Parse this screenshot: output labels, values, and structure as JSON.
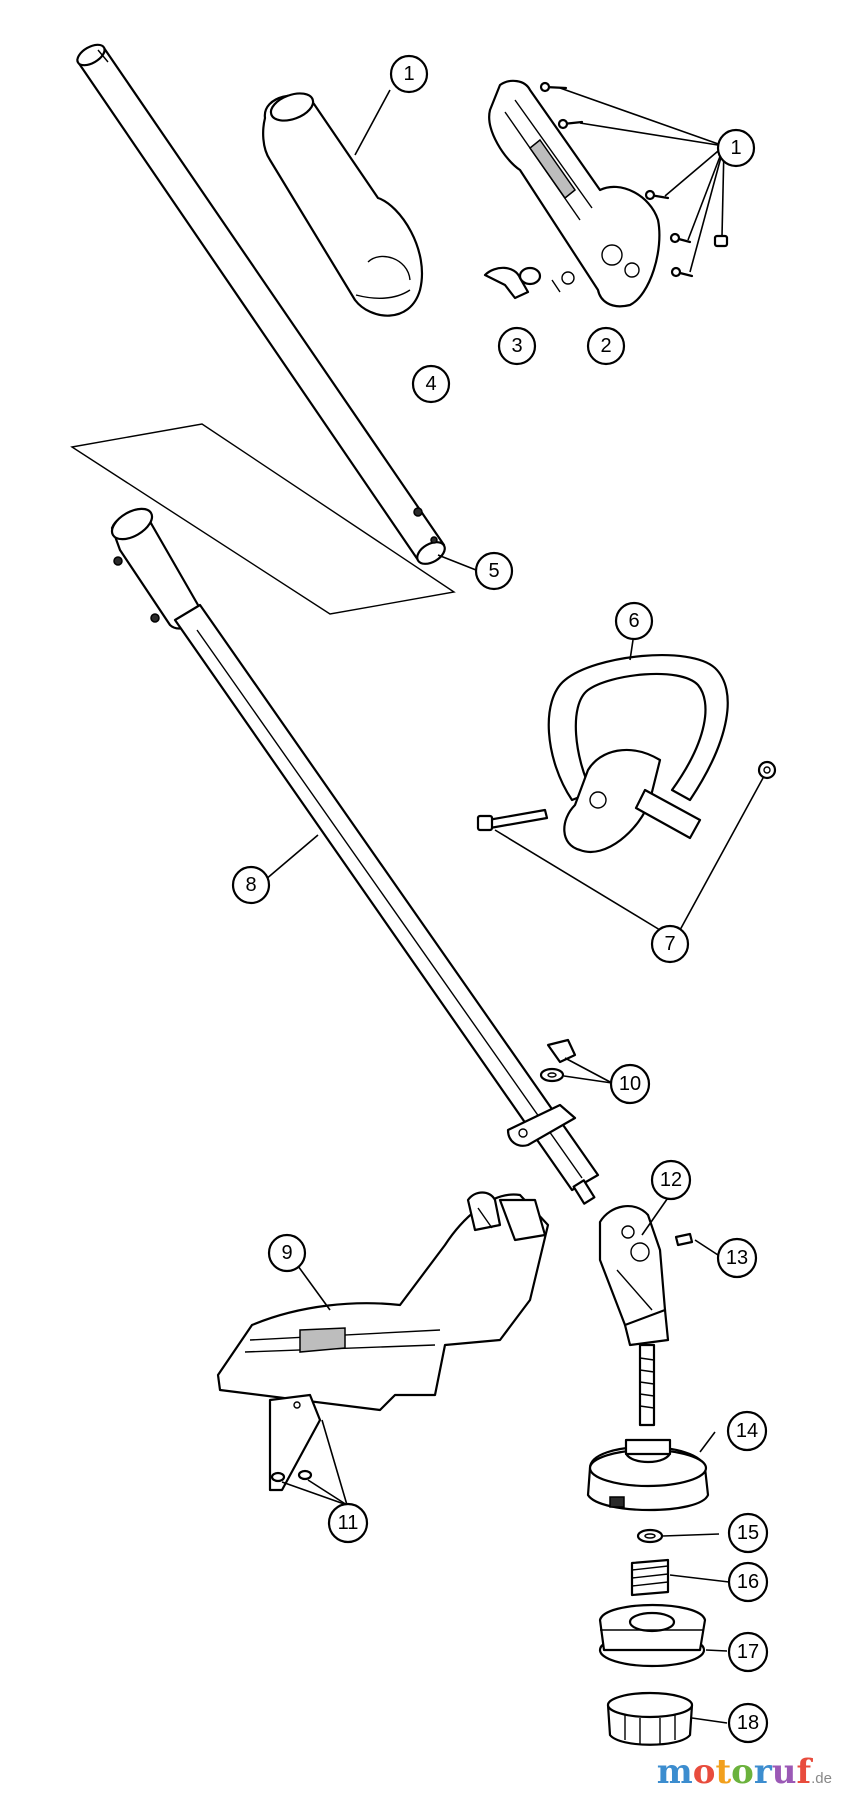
{
  "callouts": [
    {
      "id": "c1a",
      "label": "1"
    },
    {
      "id": "c1b",
      "label": "1"
    },
    {
      "id": "c2",
      "label": "2"
    },
    {
      "id": "c3",
      "label": "3"
    },
    {
      "id": "c4",
      "label": "4"
    },
    {
      "id": "c5",
      "label": "5"
    },
    {
      "id": "c6",
      "label": "6"
    },
    {
      "id": "c7",
      "label": "7"
    },
    {
      "id": "c8",
      "label": "8"
    },
    {
      "id": "c9",
      "label": "9"
    },
    {
      "id": "c10",
      "label": "10"
    },
    {
      "id": "c11",
      "label": "11"
    },
    {
      "id": "c12",
      "label": "12"
    },
    {
      "id": "c13",
      "label": "13"
    },
    {
      "id": "c14",
      "label": "14"
    },
    {
      "id": "c15",
      "label": "15"
    },
    {
      "id": "c16",
      "label": "16"
    },
    {
      "id": "c17",
      "label": "17"
    },
    {
      "id": "c18",
      "label": "18"
    }
  ],
  "watermark": {
    "letters": [
      "m",
      "o",
      "t",
      "o",
      "r",
      "u",
      "f"
    ],
    "letter_colors": [
      "#3c8dcf",
      "#e84c3d",
      "#f2a01d",
      "#6bb23c",
      "#3c8dcf",
      "#9b59b6",
      "#e84c3d"
    ],
    "suffix": ".de"
  },
  "colors": {
    "line": "#000000",
    "background": "#ffffff"
  }
}
